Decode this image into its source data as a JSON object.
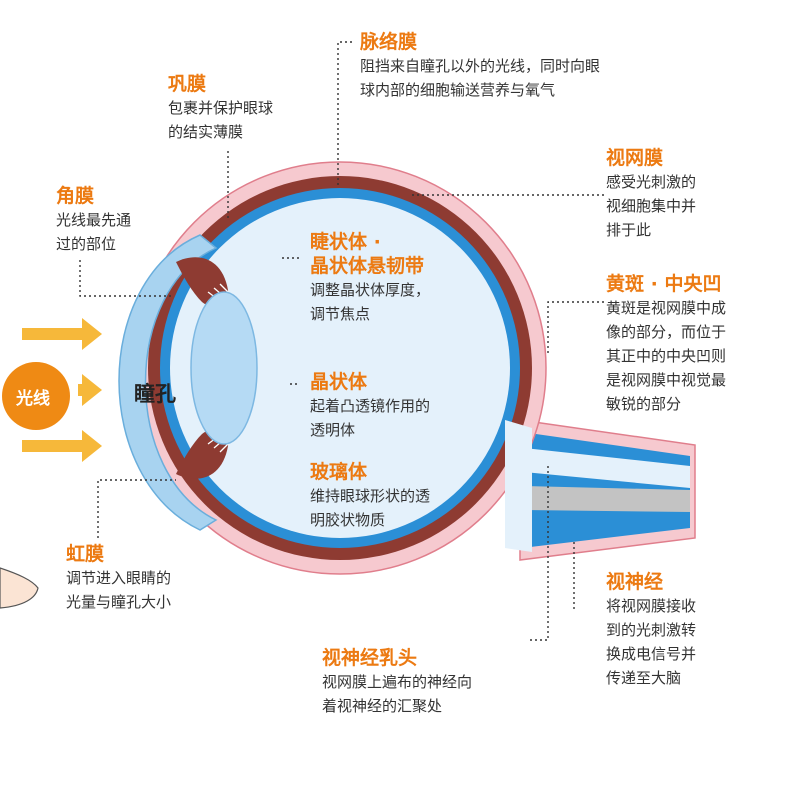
{
  "light_source": "光线",
  "pupil": "瞳孔",
  "labels": {
    "choroid": {
      "title": "脉络膜",
      "desc1": "阻挡来自瞳孔以外的光线，同时向眼",
      "desc2": "球内部的细胞输送营养与氧气"
    },
    "sclera": {
      "title": "巩膜",
      "desc1": "包裹并保护眼球",
      "desc2": "的结实薄膜"
    },
    "cornea": {
      "title": "角膜",
      "desc1": "光线最先通",
      "desc2": "过的部位"
    },
    "ciliary": {
      "title1": "睫状体 ·",
      "title2": "晶状体悬韧带",
      "desc1": "调整晶状体厚度，",
      "desc2": "调节焦点"
    },
    "lens": {
      "title": "晶状体",
      "desc1": "起着凸透镜作用的",
      "desc2": "透明体"
    },
    "vitreous": {
      "title": "玻璃体",
      "desc1": "维持眼球形状的透",
      "desc2": "明胶状物质"
    },
    "retina": {
      "title": "视网膜",
      "desc1": "感受光刺激的",
      "desc2": "视细胞集中并",
      "desc3": "排于此"
    },
    "macula": {
      "title": "黄斑 · 中央凹",
      "desc1": "黄斑是视网膜中成",
      "desc2": "像的部分，而位于",
      "desc3": "其正中的中央凹则",
      "desc4": "是视网膜中视觉最",
      "desc5": "敏锐的部分"
    },
    "iris": {
      "title": "虹膜",
      "desc1": "调节进入眼睛的",
      "desc2": "光量与瞳孔大小"
    },
    "optic_disc": {
      "title": "视神经乳头",
      "desc1": "视网膜上遍布的神经向",
      "desc2": "着视神经的汇聚处"
    },
    "optic_nerve": {
      "title": "视神经",
      "desc1": "将视网膜接收",
      "desc2": "到的光刺激转",
      "desc3": "换成电信号并",
      "desc4": "传递至大脑"
    }
  },
  "colors": {
    "sclera": "#f6c9cf",
    "sclera_edge": "#e07e8c",
    "choroid": "#8e3b32",
    "retina": "#2b8fd6",
    "vitreous": "#e4f1fb",
    "cornea": "#a8d3f0",
    "lens": "#b5daf4",
    "nerve_core": "#c3c3c3",
    "light_ball": "#ef8a14",
    "arrow": "#f6b83a",
    "accent_text": "#ec7a12"
  }
}
